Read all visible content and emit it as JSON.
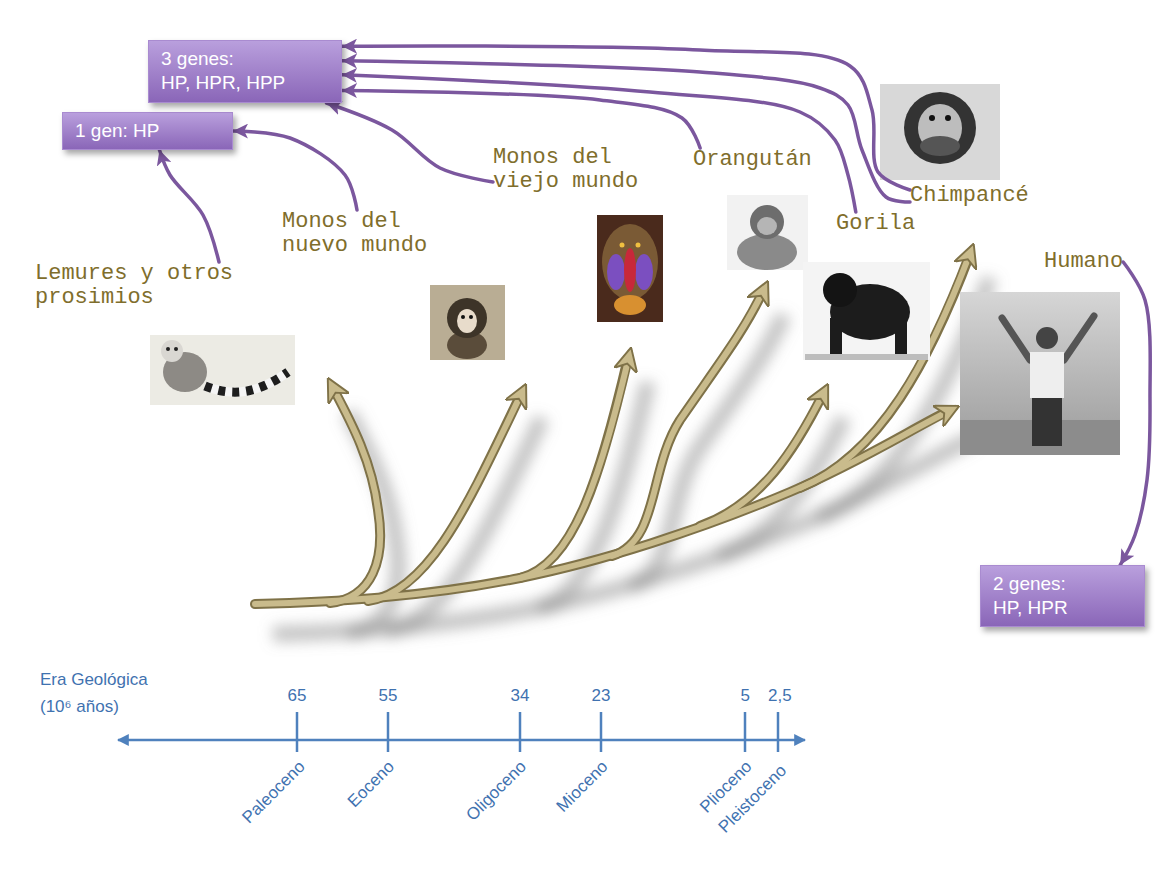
{
  "diagram": {
    "nodes": [
      {
        "text": [
          "1 gen: HP"
        ]
      },
      {
        "text": [
          "3 genes:",
          "HP, HPR, HPP"
        ]
      },
      {
        "text": [
          "Monos del viejo mundo"
        ]
      },
      {
        "text": [
          "Orangután"
        ]
      },
      {
        "text": [
          "Monos del nuevo mundo"
        ]
      },
      {
        "text": [
          "Chimpancé"
        ]
      },
      {
        "text": [
          "Gorila"
        ]
      },
      {
        "text": [
          "Lemures y otros prosimios"
        ]
      },
      {
        "text": [
          "Humano"
        ]
      },
      {
        "text": [
          "2 genes:",
          "HP, HPR"
        ]
      }
    ],
    "edges": [
      {
        "from": 7,
        "to": 0,
        "arrow": "to"
      },
      {
        "from": 4,
        "to": 0,
        "arrow": "to"
      },
      {
        "from": 2,
        "to": 1,
        "arrow": "to"
      },
      {
        "from": 3,
        "to": 1,
        "arrow": "to"
      },
      {
        "from": 6,
        "to": 1,
        "arrow": "to"
      },
      {
        "from": 5,
        "to": 1,
        "arrow": "to"
      },
      {
        "from": 5,
        "to": 1,
        "arrow": "to"
      },
      {
        "from": 8,
        "to": 9,
        "arrow": "to"
      }
    ],
    "labels": [
      "Era Geológica (10⁶ años)",
      "65",
      "55",
      "34",
      "23",
      "5",
      "2,5",
      "Paleoceno",
      "Eoceno",
      "Oligoceno",
      "Mioceno",
      "Plioceno",
      "Pleistoceno"
    ]
  }
}
